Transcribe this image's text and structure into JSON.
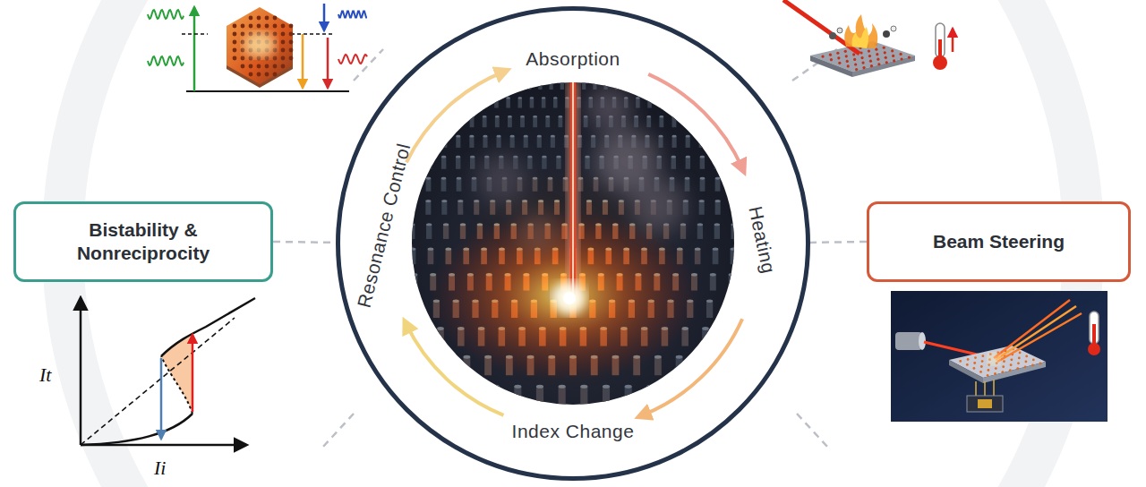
{
  "diagram": {
    "nodes": [
      {
        "text": [
          "Absorption",
          "Heating",
          "Index Change",
          "Resonance Control"
        ]
      },
      {
        "text": [
          "Bistability & Nonreciprocity"
        ]
      },
      {
        "text": [
          "Beam Steering"
        ]
      }
    ],
    "edges": [
      {
        "from": 1,
        "to": 0,
        "arrow": "none"
      },
      {
        "from": 2,
        "to": 0,
        "arrow": "none"
      }
    ],
    "labels": [
      "It",
      "Ii"
    ]
  }
}
